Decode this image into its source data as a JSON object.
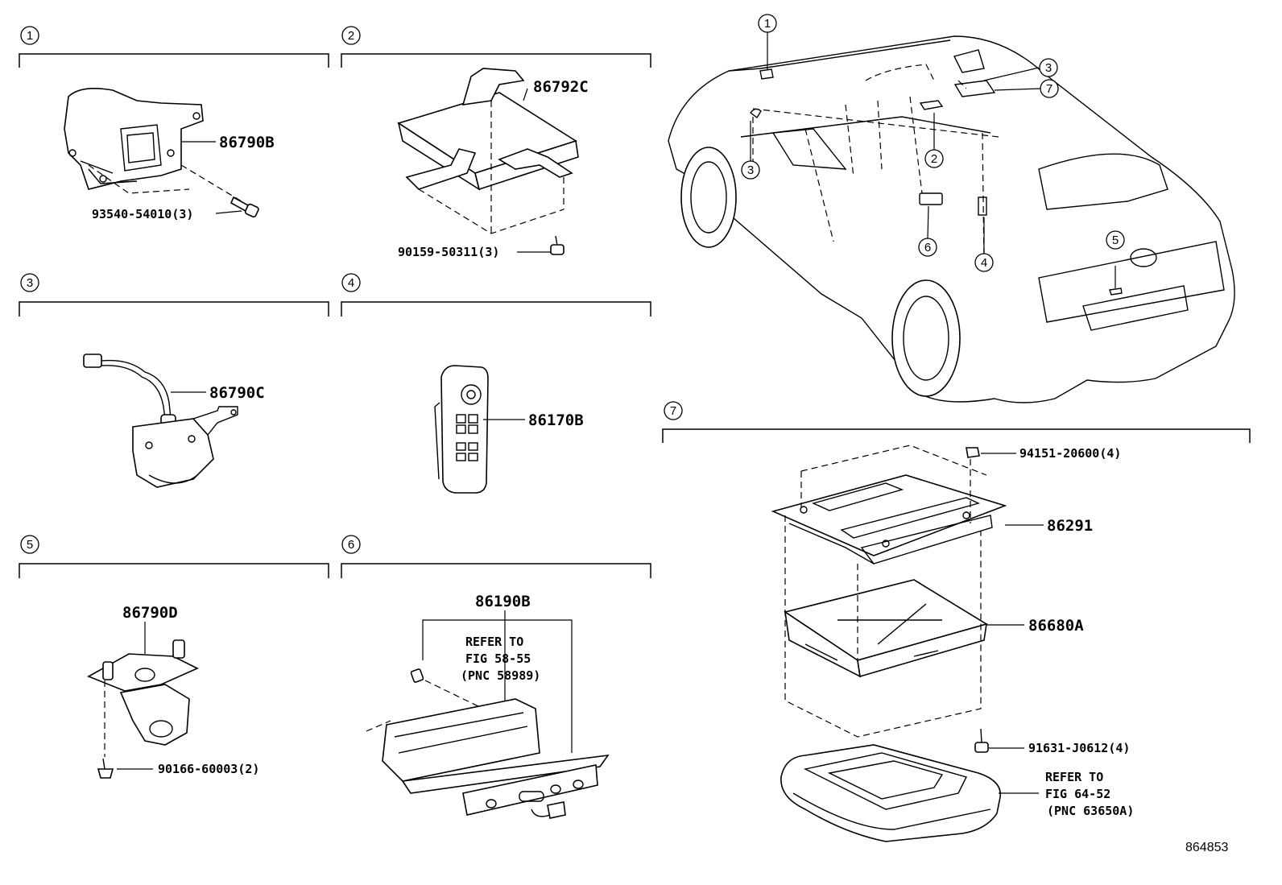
{
  "sections": [
    {
      "num": "1",
      "parts": [
        "86790B",
        "93540-54010(3)"
      ]
    },
    {
      "num": "2",
      "parts": [
        "86792C",
        "90159-50311(3)"
      ]
    },
    {
      "num": "3",
      "parts": [
        "86790C"
      ]
    },
    {
      "num": "4",
      "parts": [
        "86170B"
      ]
    },
    {
      "num": "5",
      "parts": [
        "86790D",
        "90166-60003(2)"
      ]
    },
    {
      "num": "6",
      "parts": [
        "86190B"
      ],
      "refer": [
        "REFER TO",
        "FIG 58-55",
        "(PNC 58989)"
      ]
    },
    {
      "num": "7",
      "parts": [
        "94151-20600(4)",
        "86291",
        "86680A",
        "91631-J0612(4)"
      ],
      "refer": [
        "REFER TO",
        "FIG 64-52",
        "(PNC 63650A)"
      ]
    }
  ],
  "vehicle_callouts": [
    "1",
    "2",
    "3",
    "3",
    "4",
    "5",
    "6",
    "7"
  ],
  "diagram_id": "864853"
}
